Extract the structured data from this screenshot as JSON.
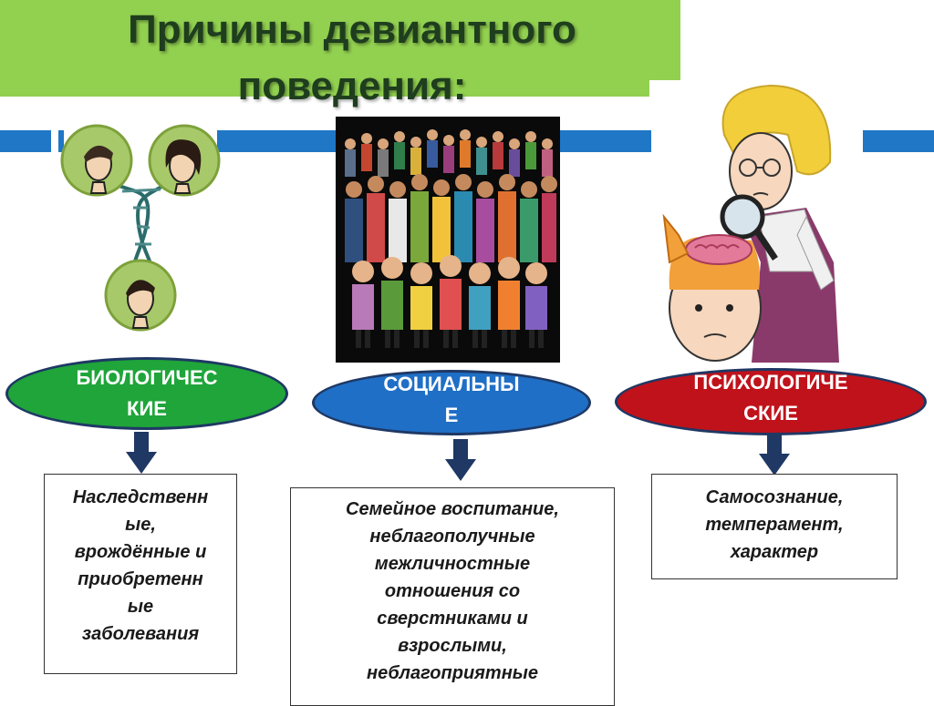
{
  "title": {
    "line1": "Причины девиантного",
    "line2": "поведения:"
  },
  "categories": [
    {
      "label_line1": "БИОЛОГИЧЕС",
      "label_line2": "КИЕ",
      "color": "#1fa53a",
      "description": [
        "Наследственн",
        "ые,",
        "врождённые и",
        "приобретенн",
        "ые",
        "заболевания"
      ]
    },
    {
      "label_line1": "СОЦИАЛЬНЫ",
      "label_line2": "Е",
      "color": "#1f6fc6",
      "description": [
        "Семейное воспитание,",
        "неблагополучные",
        "межличностные",
        "отношения со",
        "сверстниками и",
        "взрослыми,",
        "неблагоприятные"
      ]
    },
    {
      "label_line1": "ПСИХОЛОГИЧЕ",
      "label_line2": "СКИЕ",
      "color": "#c0121b",
      "description": [
        "Самосознание,",
        "темперамент,",
        "характер"
      ]
    }
  ],
  "icons": {
    "biological": "dna-heads-illustration",
    "social": "crowd-illustration",
    "psychological": "teacher-magnifier-illustration"
  }
}
